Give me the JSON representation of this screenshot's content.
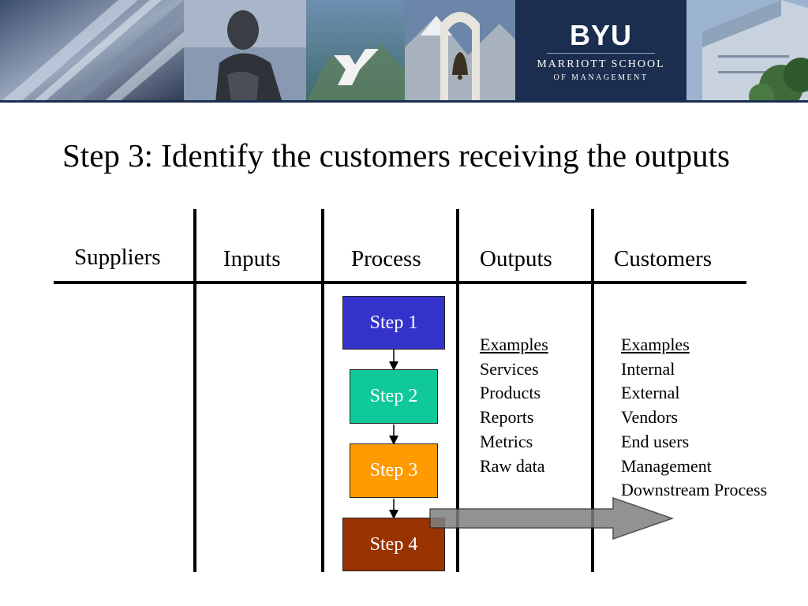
{
  "banner": {
    "school": "BYU",
    "subtitle_line1": "MARRIOTT SCHOOL",
    "subtitle_line2": "OF MANAGEMENT",
    "colors": {
      "navy": "#1b2e4f",
      "logo_text": "#ffffff"
    }
  },
  "slide": {
    "title": "Step 3: Identify the customers receiving the outputs"
  },
  "diagram": {
    "columns": [
      "Suppliers",
      "Inputs",
      "Process",
      "Outputs",
      "Customers"
    ],
    "steps": [
      {
        "label": "Step 1",
        "color": "#3333cc"
      },
      {
        "label": "Step 2",
        "color": "#10c99a"
      },
      {
        "label": "Step 3",
        "color": "#ff9a00"
      },
      {
        "label": "Step 4",
        "color": "#993300"
      }
    ],
    "outputs": {
      "heading": "Examples",
      "items": [
        "Services",
        "Products",
        "Reports",
        "Metrics",
        "Raw data"
      ]
    },
    "customers": {
      "heading": "Examples",
      "items": [
        "Internal",
        "External",
        "Vendors",
        "End users",
        "Management",
        "Downstream Process"
      ]
    },
    "arrow_color": "#808080"
  }
}
